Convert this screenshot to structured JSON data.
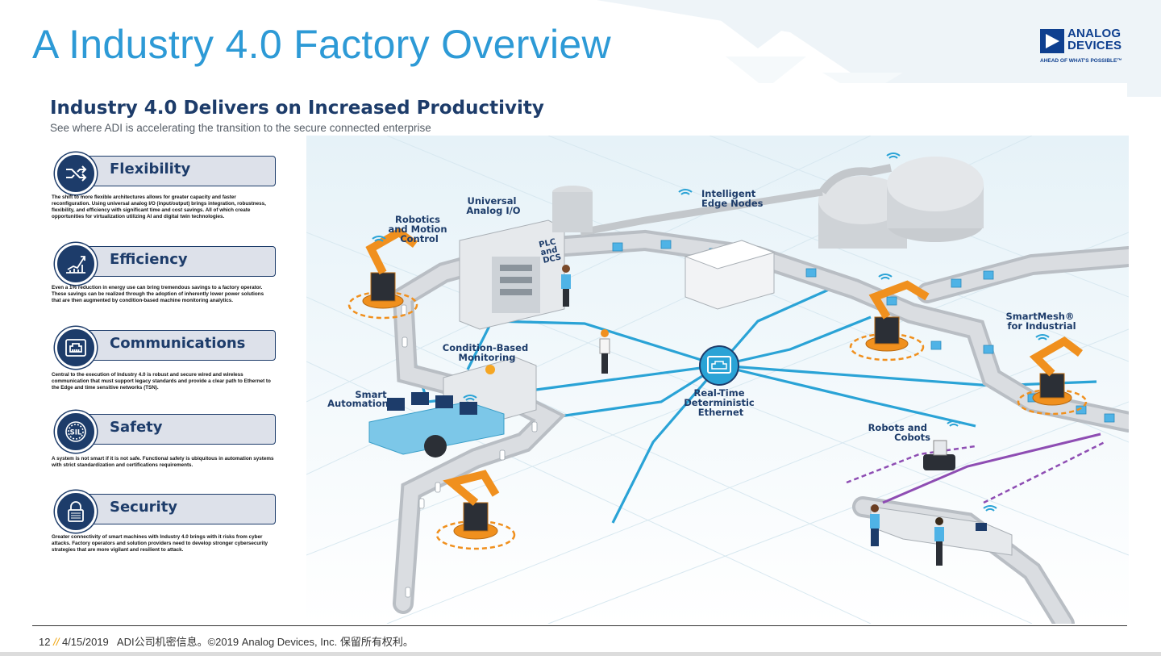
{
  "slide": {
    "title": "A Industry 4.0 Factory Overview"
  },
  "logo": {
    "line1": "ANALOG",
    "line2": "DEVICES",
    "tagline": "AHEAD OF WHAT'S POSSIBLE™"
  },
  "content": {
    "heading": "Industry 4.0 Delivers on Increased Productivity",
    "subheading": "See where ADI is accelerating the transition to the secure connected enterprise"
  },
  "features": [
    {
      "icon": "shuffle-arrows-icon",
      "label": "Flexibility",
      "text": "The shift to more flexible architectures allows for greater capacity and faster reconfiguration. Using universal analog I/O (input/output) brings integration, robustness, flexibility, and efficiency with significant time and cost savings. All of which create opportunities for virtualization utilizing AI and digital twin technologies."
    },
    {
      "icon": "growth-chart-icon",
      "label": "Efficiency",
      "text": "Even a 1% reduction in energy use can bring tremendous savings to a factory operator. These savings can be realized through the adoption of inherently lower power solutions that are then augmented by condition-based machine monitoring analytics."
    },
    {
      "icon": "ethernet-port-icon",
      "label": "Communications",
      "text": "Central to the execution of Industry 4.0 is robust and secure wired and wireless communication that must support legacy standards and provide a clear path to Ethernet to the Edge and time sensitive networks (TSN)."
    },
    {
      "icon": "sil-badge-icon",
      "label": "Safety",
      "text": "A system is not smart if it is not safe. Functional safety is ubiquitous in automation systems with strict standardization and certifications requirements."
    },
    {
      "icon": "padlock-icon",
      "label": "Security",
      "text": "Greater connectivity of smart machines with Industry 4.0 brings with it risks from cyber attacks. Factory operators and solution providers need to develop stronger cybersecurity strategies that are more vigilant and resilient to attack."
    }
  ],
  "illustration": {
    "labels": {
      "robotics": [
        "Robotics",
        "and Motion",
        "Control"
      ],
      "analog_io": [
        "Universal",
        "Analog I/O"
      ],
      "plc": [
        "PLC",
        "and",
        "DCS"
      ],
      "edge": [
        "Intelligent",
        "Edge Nodes"
      ],
      "smartmesh": [
        "SmartMesh®",
        "for Industrial"
      ],
      "condition": [
        "Condition-Based",
        "Monitoring"
      ],
      "automation": [
        "Smart",
        "Automation"
      ],
      "ethernet": [
        "Real-Time",
        "Deterministic",
        "Ethernet"
      ],
      "robots": [
        "Robots and",
        "Cobots"
      ]
    },
    "colors": {
      "network": "#2aa3d6",
      "robot": "#f0901e",
      "conveyor": "#c9cdd2",
      "box": "#4fb3e6",
      "purple": "#8e4db3",
      "navy": "#1d3c6a"
    }
  },
  "footer": {
    "page": "12",
    "separator": "//",
    "date": "4/15/2019",
    "notice": "ADI公司机密信息。©2019 Analog Devices, Inc. 保留所有权利。"
  }
}
